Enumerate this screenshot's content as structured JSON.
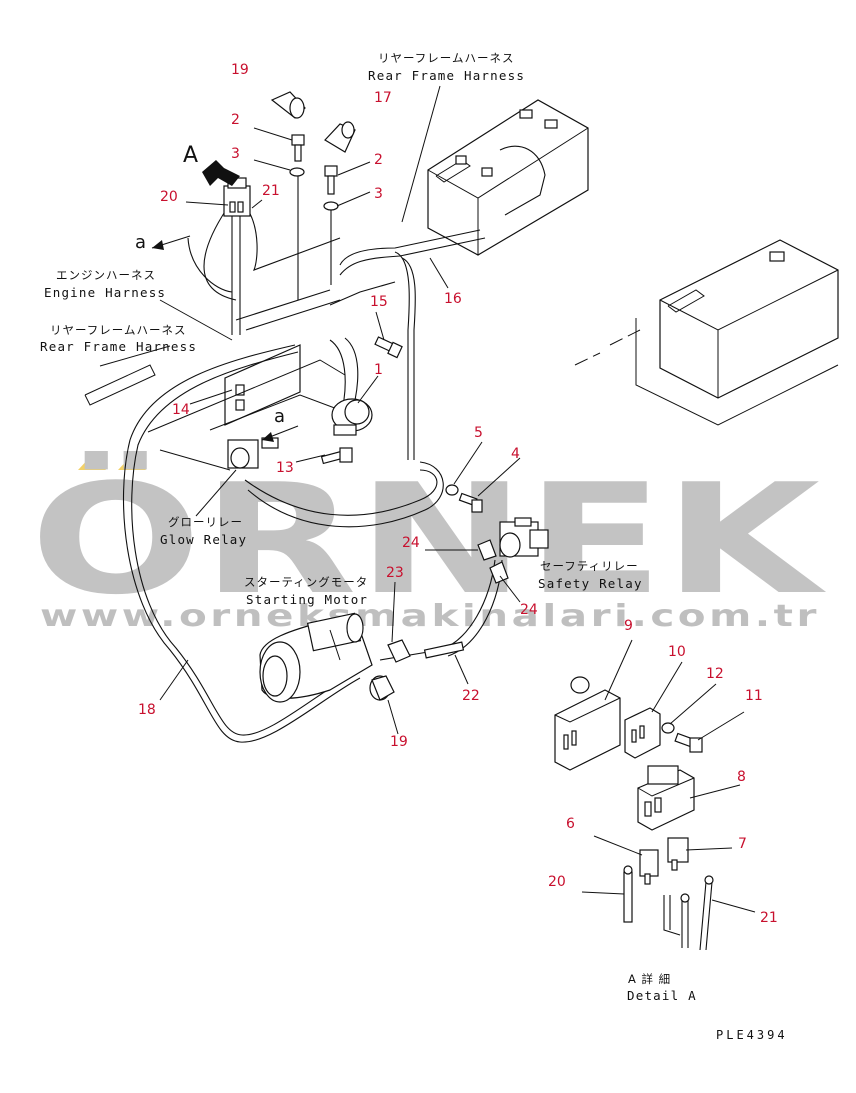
{
  "drawing_code": "PLE4394",
  "view_marker": "A",
  "connector_marker": "a",
  "labels": {
    "rear_frame_harness_top_jp": "リヤーフレームハーネス",
    "rear_frame_harness_top_en": "Rear Frame Harness",
    "engine_harness_jp": "エンジンハーネス",
    "engine_harness_en": "Engine Harness",
    "rear_frame_harness_left_jp": "リヤーフレームハーネス",
    "rear_frame_harness_left_en": "Rear Frame Harness",
    "glow_relay_jp": "グローリレー",
    "glow_relay_en": "Glow Relay",
    "starting_motor_jp": "スターティングモータ",
    "starting_motor_en": "Starting Motor",
    "safety_relay_jp": "セーフティリレー",
    "safety_relay_en": "Safety Relay",
    "detail_a_jp": "A 詳 細",
    "detail_a_en": "Detail A"
  },
  "callouts": [
    "19",
    "17",
    "2",
    "3",
    "2",
    "3",
    "21",
    "20",
    "15",
    "16",
    "1",
    "14",
    "13",
    "5",
    "4",
    "24",
    "24",
    "23",
    "22",
    "18",
    "19",
    "9",
    "10",
    "12",
    "11",
    "8",
    "6",
    "7",
    "20",
    "21"
  ],
  "watermark": {
    "brand": "ÖRNEK",
    "url": "www.orneksmakinalari.com.tr",
    "accent_color": "#f2c94c",
    "text_color": "#b9b9b9"
  },
  "colors": {
    "callout": "#c8102e",
    "ink": "#111111"
  }
}
